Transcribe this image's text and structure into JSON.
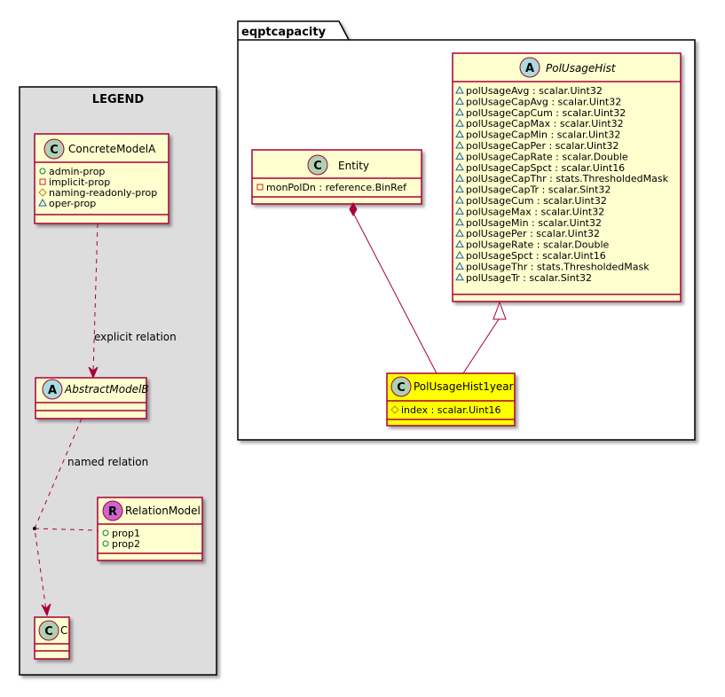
{
  "legend": {
    "title": "LEGEND",
    "concrete": {
      "stereotype": "C",
      "name": "ConcreteModelA",
      "attrs": [
        {
          "vis": "public",
          "text": "admin-prop"
        },
        {
          "vis": "private",
          "text": "implicit-prop"
        },
        {
          "vis": "protected",
          "text": "naming-readonly-prop"
        },
        {
          "vis": "package",
          "text": "oper-prop"
        }
      ]
    },
    "abstract": {
      "stereotype": "A",
      "name": "AbstractModelB"
    },
    "relation_model": {
      "stereotype": "R",
      "name": "RelationModel",
      "attrs": [
        {
          "vis": "public",
          "text": "prop1"
        },
        {
          "vis": "public",
          "text": "prop2"
        }
      ]
    },
    "target": {
      "stereotype": "C",
      "name": "C"
    },
    "explicit_label": "explicit relation",
    "named_label": "named relation"
  },
  "package": {
    "name": "eqptcapacity",
    "entity": {
      "stereotype": "C",
      "name": "Entity",
      "attrs": [
        {
          "vis": "private",
          "text": "monPolDn : reference.BinRef"
        }
      ]
    },
    "hist": {
      "stereotype": "A",
      "name": "PolUsageHist",
      "attrs": [
        {
          "vis": "package",
          "text": "polUsageAvg : scalar.Uint32"
        },
        {
          "vis": "package",
          "text": "polUsageCapAvg : scalar.Uint32"
        },
        {
          "vis": "package",
          "text": "polUsageCapCum : scalar.Uint32"
        },
        {
          "vis": "package",
          "text": "polUsageCapMax : scalar.Uint32"
        },
        {
          "vis": "package",
          "text": "polUsageCapMin : scalar.Uint32"
        },
        {
          "vis": "package",
          "text": "polUsageCapPer : scalar.Uint32"
        },
        {
          "vis": "package",
          "text": "polUsageCapRate : scalar.Double"
        },
        {
          "vis": "package",
          "text": "polUsageCapSpct : scalar.Uint16"
        },
        {
          "vis": "package",
          "text": "polUsageCapThr : stats.ThresholdedMask"
        },
        {
          "vis": "package",
          "text": "polUsageCapTr : scalar.Sint32"
        },
        {
          "vis": "package",
          "text": "polUsageCum : scalar.Uint32"
        },
        {
          "vis": "package",
          "text": "polUsageMax : scalar.Uint32"
        },
        {
          "vis": "package",
          "text": "polUsageMin : scalar.Uint32"
        },
        {
          "vis": "package",
          "text": "polUsagePer : scalar.Uint32"
        },
        {
          "vis": "package",
          "text": "polUsageRate : scalar.Double"
        },
        {
          "vis": "package",
          "text": "polUsageSpct : scalar.Uint16"
        },
        {
          "vis": "package",
          "text": "polUsageThr : stats.ThresholdedMask"
        },
        {
          "vis": "package",
          "text": "polUsageTr : scalar.Sint32"
        }
      ]
    },
    "hist1year": {
      "stereotype": "C",
      "name": "PolUsageHist1year",
      "attrs": [
        {
          "vis": "protected",
          "text": "index : scalar.Uint16"
        }
      ]
    }
  },
  "colors": {
    "class_fill": "#FEFECE",
    "class_border": "#A80036",
    "highlight_fill": "#FFFF00",
    "legend_fill": "#DDDDDD",
    "circle_class": "#ADD1B2",
    "circle_abstract": "#A9DCDF",
    "circle_relation": "#CC66CC"
  }
}
